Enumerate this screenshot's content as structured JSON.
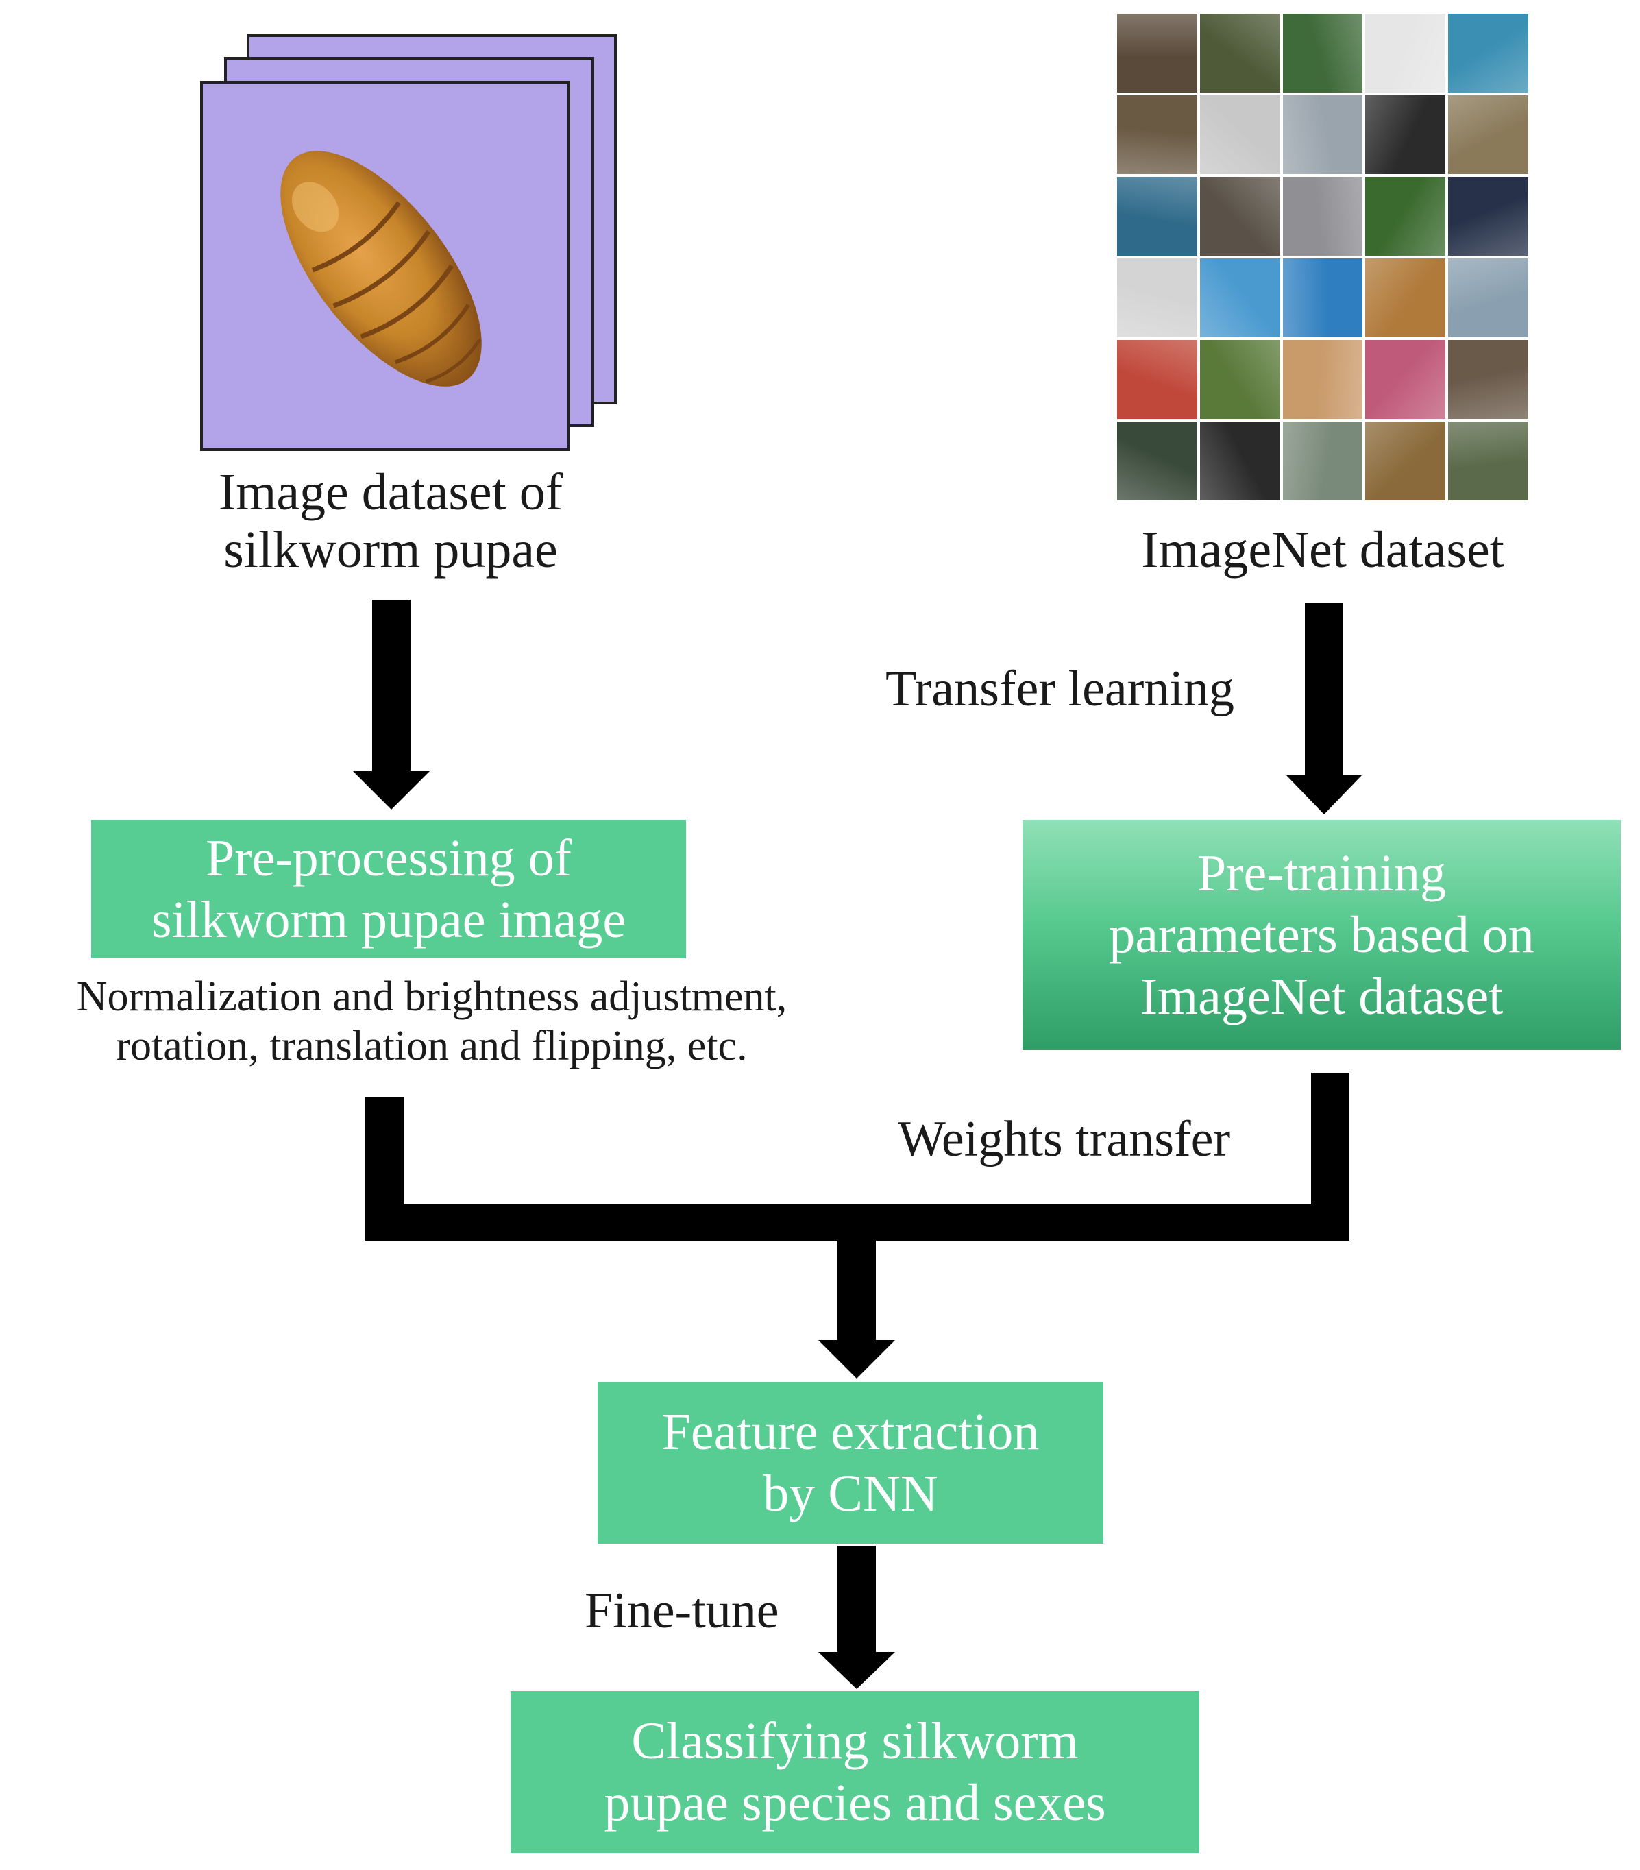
{
  "colors": {
    "box_green": "#57cc93",
    "box_text": "#ffffff",
    "arrow": "#000000",
    "pupae_background": "#b3a4ea",
    "pupa_body": "#c7852a"
  },
  "inputs": {
    "pupae_dataset_label": "Image dataset of\nsilkworm pupae",
    "imagenet_label": "ImageNet dataset"
  },
  "edges": {
    "transfer_learning": "Transfer learning",
    "weights_transfer": "Weights transfer",
    "fine_tune": "Fine-tune"
  },
  "nodes": {
    "preprocessing": "Pre-processing of\nsilkworm pupae image",
    "preprocessing_note": "Normalization and brightness adjustment,\nrotation, translation and flipping, etc.",
    "pretraining": "Pre-training\nparameters based on\nImageNet dataset",
    "feature_extraction": "Feature extraction\nby CNN",
    "classification": "Classifying silkworm\npupae species and sexes"
  },
  "imagenet_thumbnails": [
    "#5a4a3a",
    "#4e5a38",
    "#3f6a3a",
    "#e6e6e6",
    "#3a8fb3",
    "#6a5a44",
    "#c8c8c8",
    "#9aa4ad",
    "#2b2b2b",
    "#8a7a5a",
    "#2f6a8a",
    "#5a5248",
    "#8f8f94",
    "#3a6a2e",
    "#27324a",
    "#d4d4d4",
    "#4a9ad0",
    "#2f7fc0",
    "#b07a3a",
    "#8aa0b0",
    "#c0483a",
    "#5a7a3a",
    "#c99a6a",
    "#c05a7a",
    "#6a5a4a",
    "#3a4a3a",
    "#2a2a2a",
    "#7a8a7a",
    "#8a6a3a",
    "#5a6a4a"
  ]
}
